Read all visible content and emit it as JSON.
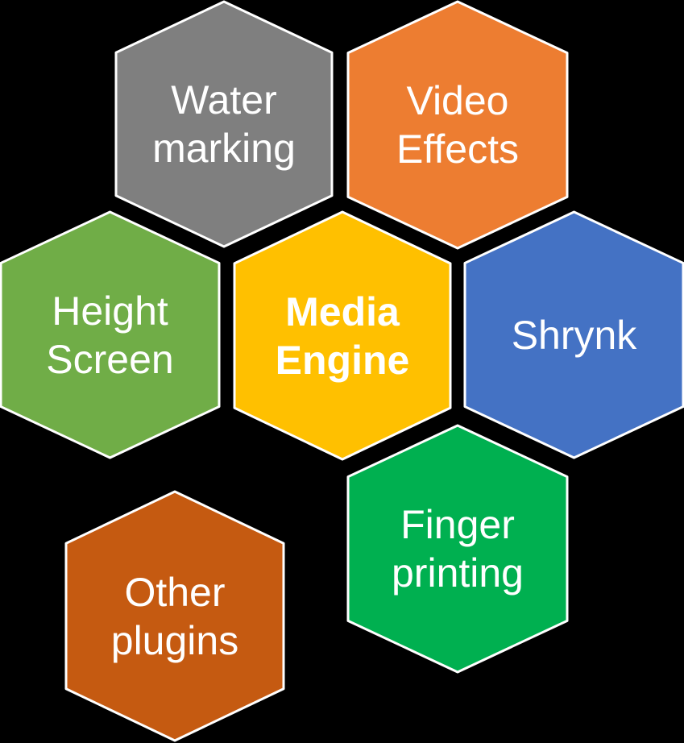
{
  "canvas": {
    "background": "#000000",
    "border_color": "#FFFFFF",
    "text_color": "#FFFFFF"
  },
  "hexagons": [
    {
      "id": "water-marking",
      "line1": "Water",
      "line2": "marking",
      "label": "Water marking",
      "color": "#7F7F7F"
    },
    {
      "id": "video-effects",
      "line1": "Video",
      "line2": "Effects",
      "label": "Video Effects",
      "color": "#ED7D31"
    },
    {
      "id": "height-screen",
      "line1": "Height",
      "line2": "Screen",
      "label": "Height Screen",
      "color": "#70AD47"
    },
    {
      "id": "media-engine",
      "line1": "Media",
      "line2": "Engine",
      "label": "Media Engine",
      "color": "#FFC000"
    },
    {
      "id": "shrynk",
      "line1": "Shrynk",
      "label": "Shrynk",
      "color": "#4472C4"
    },
    {
      "id": "finger-printing",
      "line1": "Finger",
      "line2": "printing",
      "label": "Finger printing",
      "color": "#00B050"
    },
    {
      "id": "other-plugins",
      "line1": "Other",
      "line2": "plugins",
      "label": "Other plugins",
      "color": "#C55A11"
    }
  ]
}
